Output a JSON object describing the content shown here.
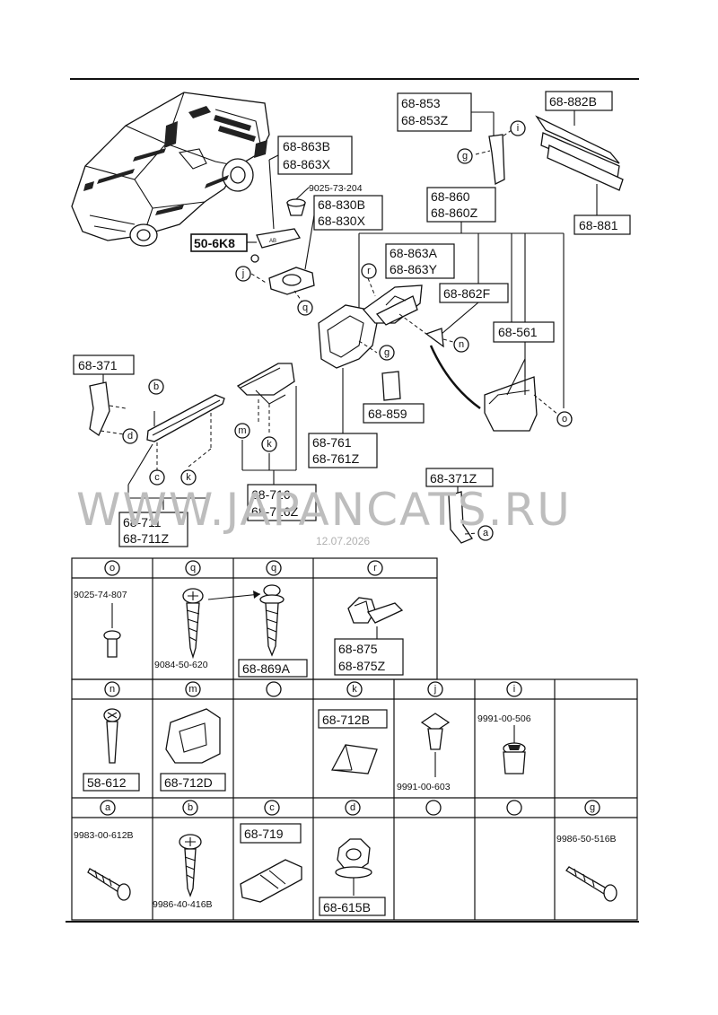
{
  "watermark": "WWW.JAPANCATS.RU",
  "date_stamp": "12.07.2026",
  "callouts": {
    "p_68_863B": "68-863B",
    "p_68_863X": "68-863X",
    "p_9025_73_204": "9025-73-204",
    "p_68_830B": "68-830B",
    "p_68_830X": "68-830X",
    "p_50_6K8": "50-6K8",
    "p_68_853": "68-853",
    "p_68_853Z": "68-853Z",
    "p_68_882B": "68-882B",
    "p_68_881": "68-881",
    "p_68_860": "68-860",
    "p_68_860Z": "68-860Z",
    "p_68_863A": "68-863A",
    "p_68_863Y": "68-863Y",
    "p_68_862F": "68-862F",
    "p_68_561": "68-561",
    "p_68_859": "68-859",
    "p_68_761": "68-761",
    "p_68_761Z": "68-761Z",
    "p_68_371": "68-371",
    "p_68_716": "68-716",
    "p_68_716Z": "68-716Z",
    "p_68_711": "68-711",
    "p_68_711Z": "68-711Z",
    "p_68_371Z": "68-371Z"
  },
  "letters": {
    "a": "a",
    "b": "b",
    "c": "c",
    "d": "d",
    "g": "g",
    "i": "i",
    "j": "j",
    "k": "k",
    "m": "m",
    "n": "n",
    "o": "o",
    "q": "q",
    "r": "r"
  },
  "table": {
    "row1": {
      "o": {
        "letter": "o",
        "part": "9025-74-807"
      },
      "q1": {
        "letter": "q",
        "part": "9084-50-620"
      },
      "q2": {
        "letter": "q",
        "part": "68-869A"
      },
      "r": {
        "letter": "r",
        "part1": "68-875",
        "part2": "68-875Z"
      }
    },
    "row2": {
      "n": {
        "letter": "n",
        "part": "58-612"
      },
      "m": {
        "letter": "m",
        "part": "68-712D"
      },
      "k": {
        "letter": "k",
        "part": "68-712B"
      },
      "j": {
        "letter": "j",
        "part": "9991-00-603"
      },
      "i": {
        "letter": "i",
        "part": "9991-00-506"
      }
    },
    "row3": {
      "a": {
        "letter": "a",
        "part": "9983-00-612B"
      },
      "b": {
        "letter": "b",
        "part": "9986-40-416B"
      },
      "c": {
        "letter": "c",
        "part": "68-719"
      },
      "d": {
        "letter": "d",
        "part": "68-615B"
      },
      "g": {
        "letter": "g",
        "part": "9986-50-516B"
      }
    }
  }
}
